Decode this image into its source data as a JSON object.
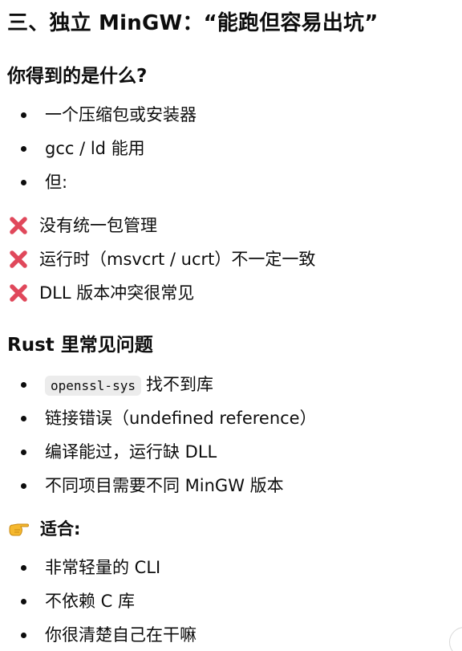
{
  "section": {
    "title": "三、独立 MinGW：“能跑但容易出坑”"
  },
  "what_you_get": {
    "heading": "你得到的是什么?",
    "items": [
      "一个压缩包或安装器",
      "gcc / ld 能用",
      "但:"
    ],
    "problems": [
      {
        "icon": "cross-mark-icon",
        "text": "没有统一包管理"
      },
      {
        "icon": "cross-mark-icon",
        "text": "运行时（msvcrt / ucrt）不一定一致"
      },
      {
        "icon": "cross-mark-icon",
        "text": "DLL 版本冲突很常见"
      }
    ]
  },
  "rust_issues": {
    "heading": "Rust 里常见问题",
    "items": [
      {
        "code": "openssl-sys",
        "text": "找不到库"
      },
      {
        "text": "链接错误（undefined reference）"
      },
      {
        "text": "编译能过，运行缺 DLL"
      },
      {
        "text": "不同项目需要不同 MinGW 版本"
      }
    ]
  },
  "suitable": {
    "icon": "pointing-hand-icon",
    "label": "适合:",
    "items": [
      "非常轻量的 CLI",
      "不依赖 C 库",
      "你很清楚自己在干嘛"
    ]
  },
  "colors": {
    "cross_mark": "#e0485b",
    "hand": "#f5b82e",
    "text": "#0d0d0d",
    "code_bg": "#ececec"
  }
}
